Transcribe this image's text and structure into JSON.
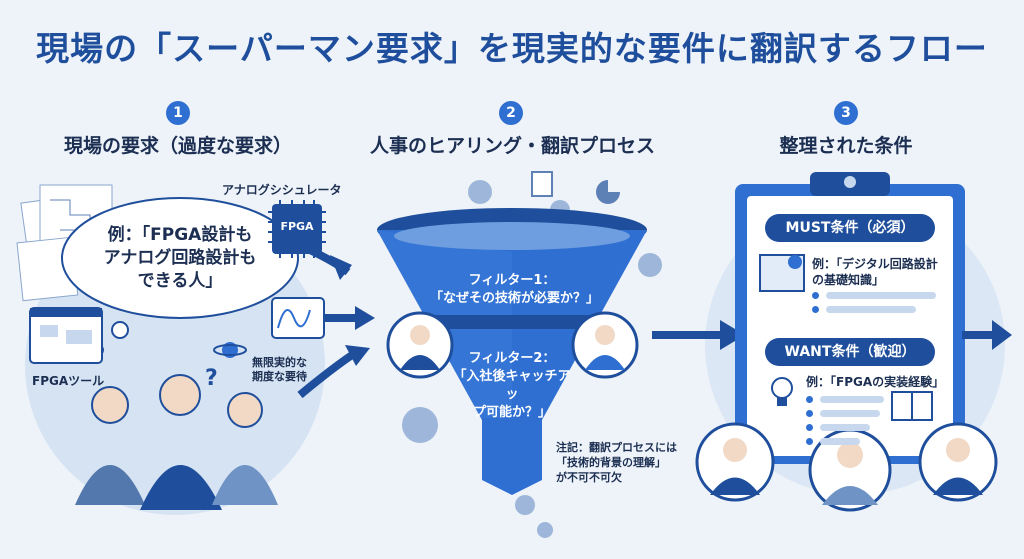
{
  "title": "現場の「スーパーマン要求」を現実的な要件に翻訳するフロー",
  "steps": [
    {
      "num": "1",
      "label": "現場の要求（過度な要求）"
    },
    {
      "num": "2",
      "label": "人事のヒアリング・翻訳プロセス"
    },
    {
      "num": "3",
      "label": "整理された条件"
    }
  ],
  "left": {
    "bubble_lines": [
      "例：「FPGA設計も",
      "アナログ回路設計も",
      "できる人」"
    ],
    "analog_label": "アナログシシュレータ",
    "chip_label": "FPGA",
    "fpga_tool_label": "FPGAツール",
    "unrealistic_lines": [
      "無限実的な",
      "期度な要待"
    ]
  },
  "funnel": {
    "filter1_lines": [
      "フィルター1：",
      "「なぜその技術が必要か？」"
    ],
    "filter2_lines": [
      "フィルター2：",
      "「入社後キャッチアッ",
      "プ可能か？」"
    ],
    "note_lines": [
      "注記：翻訳プロセスには",
      "「技術的背景の理解」",
      "が不可不可欠"
    ]
  },
  "clipboard": {
    "must_label": "MUST条件（必須）",
    "must_example_lines": [
      "例：「デジタル回路設計",
      "の基礎知識」"
    ],
    "want_label": "WANT条件（歓迎）",
    "want_example": "例：「FPGAの実装経験」"
  },
  "colors": {
    "primary": "#1f4f9c",
    "accent": "#2f6fd1",
    "light": "#c7d8ee",
    "background": "#eef3f9"
  }
}
